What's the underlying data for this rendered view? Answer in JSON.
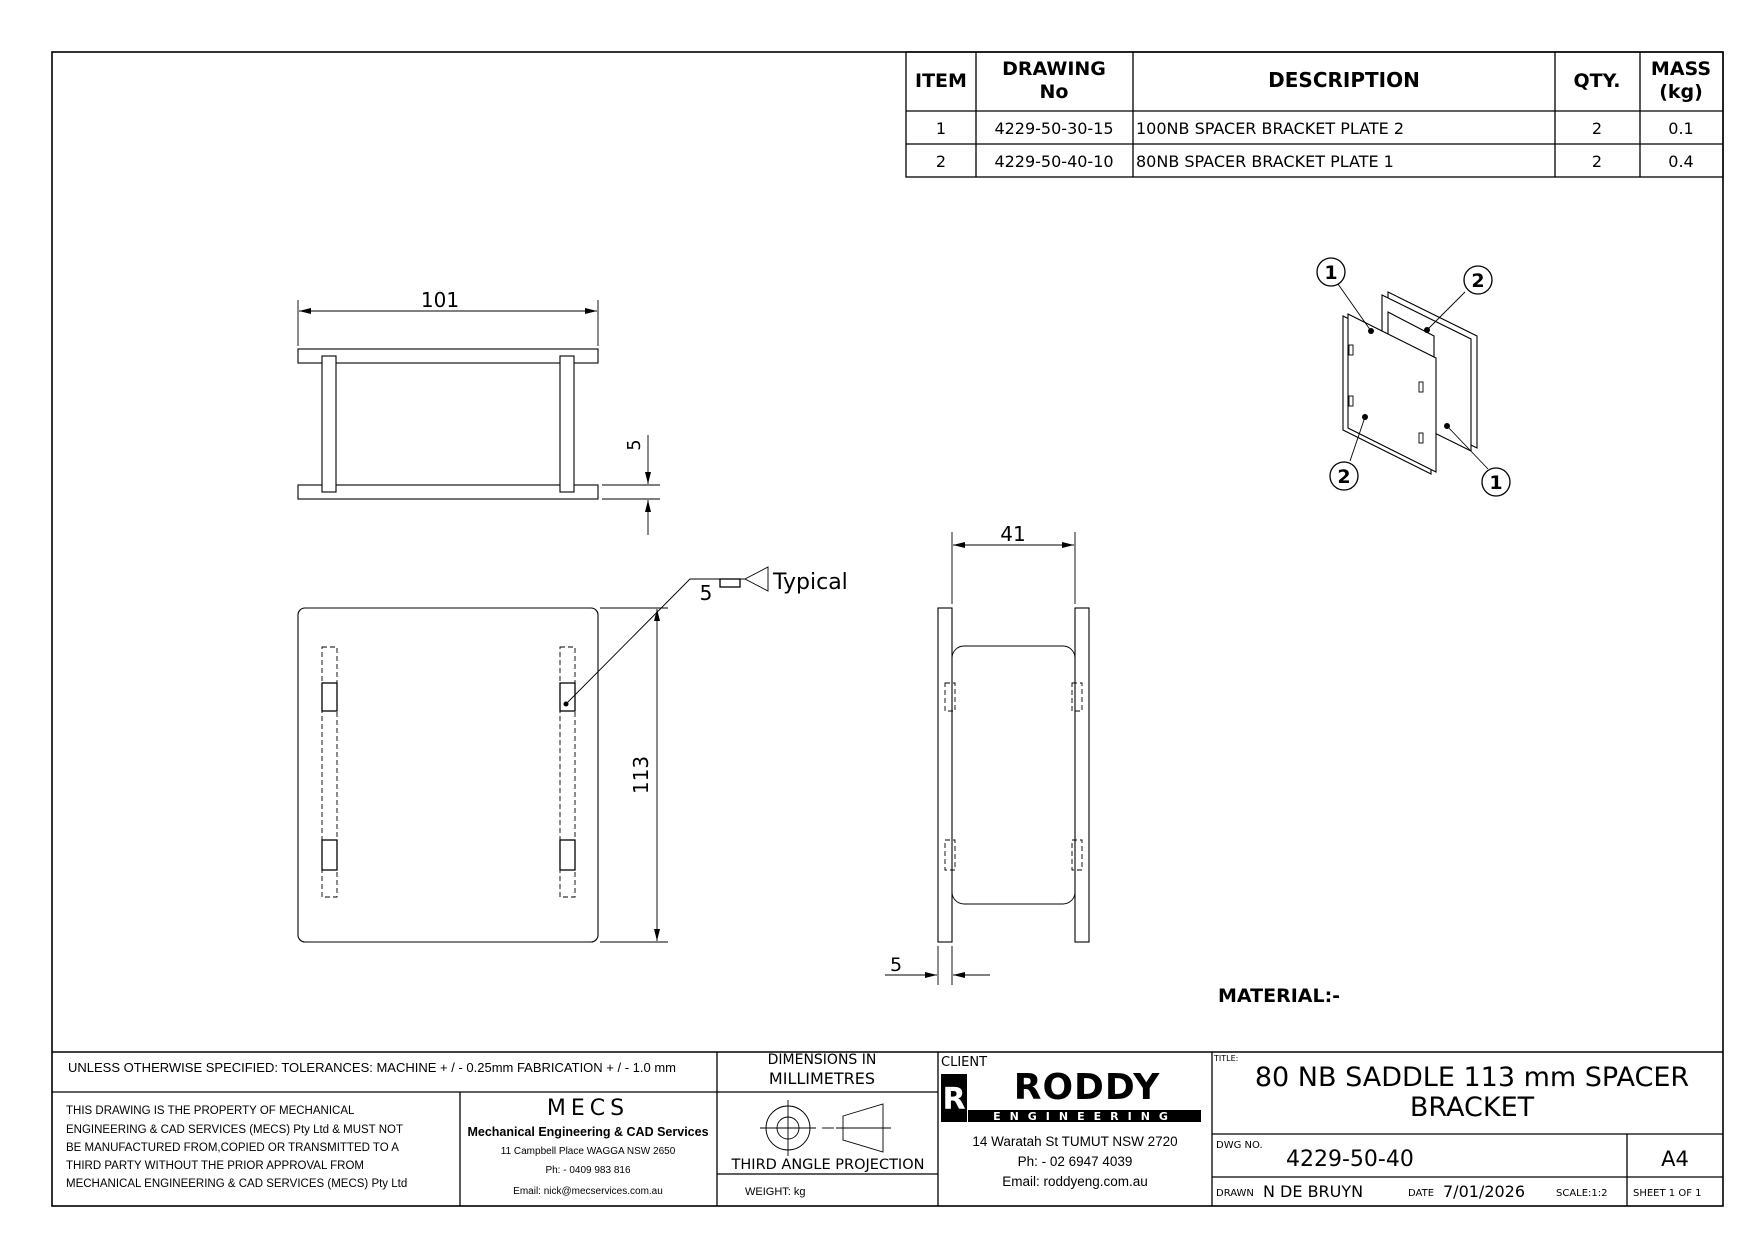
{
  "bom": {
    "headers": {
      "item": "ITEM",
      "drawing_no_1": "DRAWING",
      "drawing_no_2": "No",
      "description": "DESCRIPTION",
      "qty": "QTY.",
      "mass_1": "MASS",
      "mass_2": "(kg)"
    },
    "rows": [
      {
        "item": "1",
        "drawing_no": "4229-50-30-15",
        "description": "100NB SPACER BRACKET PLATE 2",
        "qty": "2",
        "mass": "0.1"
      },
      {
        "item": "2",
        "drawing_no": "4229-50-40-10",
        "description": "80NB SPACER BRACKET PLATE 1",
        "qty": "2",
        "mass": "0.4"
      }
    ]
  },
  "dimensions": {
    "top_width": "101",
    "top_thickness": "5",
    "front_height": "113",
    "weld_size": "5",
    "weld_note": "Typical",
    "side_width": "41",
    "side_thickness": "5"
  },
  "balloons": [
    "1",
    "2",
    "2",
    "1"
  ],
  "material_label": "MATERIAL:-",
  "title_block": {
    "tolerances": "UNLESS OTHERWISE SPECIFIED: TOLERANCES: MACHINE + / - 0.25mm  FABRICATION + / - 1.0 mm",
    "dimensions_in_1": "DIMENSIONS IN",
    "dimensions_in_2": "MILLIMETRES",
    "property_lines": [
      "THIS DRAWING IS THE PROPERTY OF MECHANICAL",
      "ENGINEERING & CAD SERVICES (MECS) Pty Ltd & MUST NOT",
      "BE MANUFACTURED FROM,COPIED OR TRANSMITTED TO A",
      "THIRD PARTY WITHOUT THE PRIOR APPROVAL FROM",
      "MECHANICAL ENGINEERING & CAD SERVICES (MECS) Pty Ltd"
    ],
    "mecs_logo": "MECS",
    "mecs_name": "Mechanical Engineering & CAD Services",
    "mecs_address": "11 Campbell Place WAGGA NSW 2650",
    "mecs_phone": "Ph: - 0409 983 816",
    "mecs_email": "Email: nick@mecservices.com.au",
    "projection": "THIRD ANGLE PROJECTION",
    "weight": "WEIGHT: kg",
    "client_label": "CLIENT",
    "client_logo_1": "RODDY",
    "client_logo_2": "ENGINEERING",
    "client_address": "14 Waratah St TUMUT NSW 2720",
    "client_phone": "Ph: - 02 6947 4039",
    "client_email": "Email: roddyeng.com.au",
    "title_label": "TITLE:",
    "title_1": "80 NB SADDLE 113 mm SPACER",
    "title_2": "BRACKET",
    "dwg_no_label": "DWG NO.",
    "dwg_no": "4229-50-40",
    "size": "A4",
    "drawn_label": "DRAWN",
    "drawn_by": "N DE BRUYN",
    "date_label": "DATE",
    "date": "7/01/2026",
    "scale": "SCALE:1:2",
    "sheet": "SHEET 1 OF 1"
  }
}
